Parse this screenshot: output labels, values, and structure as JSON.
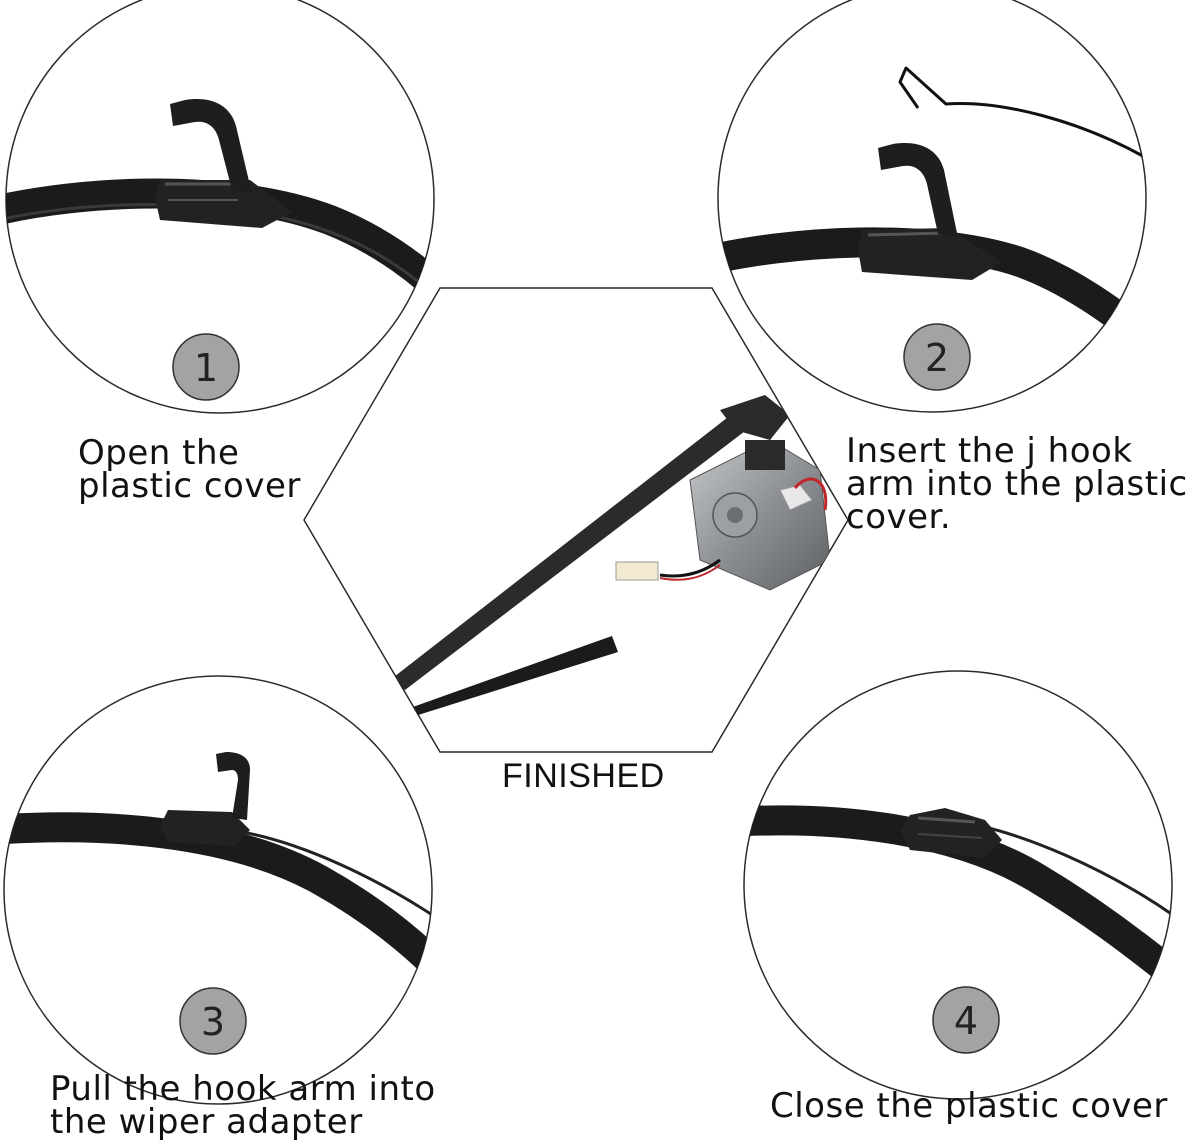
{
  "steps": [
    {
      "number": "1",
      "caption": "Open the\nplastic cover"
    },
    {
      "number": "2",
      "caption": "Insert the j hook\narm into the plastic\ncover."
    },
    {
      "number": "3",
      "caption": "Pull the hook arm into\nthe wiper adapter"
    },
    {
      "number": "4",
      "caption": "Close the plastic cover"
    }
  ],
  "center": {
    "label": "FINISHED"
  },
  "colors": {
    "badge": "#a3a3a3",
    "blade": "#1b1b1b",
    "motor": "#8d9094"
  }
}
